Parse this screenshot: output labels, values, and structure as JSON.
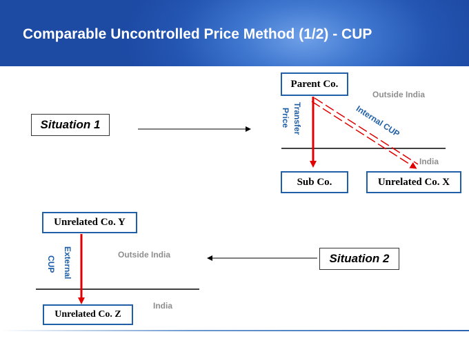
{
  "header": {
    "title": "Comparable Uncontrolled Price Method (1/2) - CUP"
  },
  "situation1": {
    "label": "Situation 1",
    "parent": "Parent Co.",
    "sub": "Sub Co.",
    "unrelated_x": "Unrelated Co. X",
    "transfer_price": [
      "Transfer",
      "Price"
    ],
    "internal_cup": "Internal CUP",
    "outside": "Outside India",
    "india": "India"
  },
  "situation2": {
    "label": "Situation 2",
    "unrelated_y": "Unrelated Co. Y",
    "unrelated_z": "Unrelated Co. Z",
    "external_cup": [
      "External",
      "CUP"
    ],
    "outside": "Outside India",
    "india": "India"
  },
  "colors": {
    "accent_blue": "#1f5fa8",
    "arrow_red": "#e00000",
    "header_blue": "#2456b3"
  }
}
